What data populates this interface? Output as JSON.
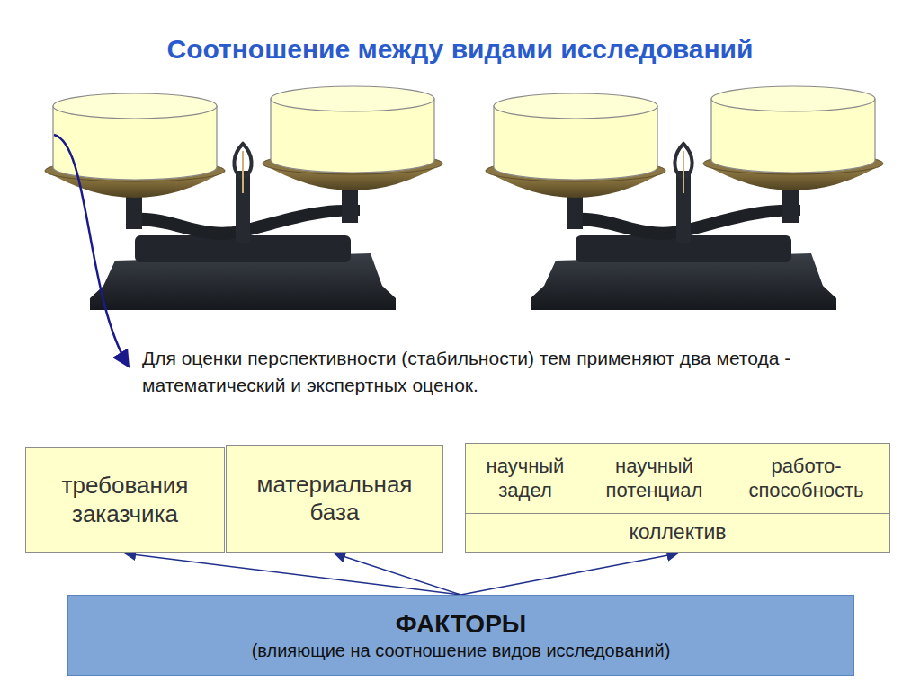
{
  "diagram": {
    "title": "Соотношение между видами исследований",
    "nodes": [
      {
        "text": [
          "требования заказчика"
        ]
      },
      {
        "text": [
          "материальная база"
        ]
      },
      {
        "text": [
          "коллектив"
        ]
      },
      {
        "text": [
          "научный задел"
        ],
        "in": 2
      },
      {
        "text": [
          "научный потенциал"
        ],
        "in": 2
      },
      {
        "text": [
          "работо- способность"
        ],
        "in": 2
      },
      {
        "text": [
          "ФАКТОРЫ",
          "(влияющие на соотношение видов исследований)"
        ]
      }
    ],
    "edges": [
      {
        "from": 6,
        "to": 0,
        "arrow": "to"
      },
      {
        "from": 6,
        "to": 1,
        "arrow": "to"
      },
      {
        "from": 6,
        "to": 2,
        "arrow": "to"
      }
    ],
    "labels": [
      "Для оценки перспективности (стабильности) тем применяют два метода - математический и экспертных оценок."
    ]
  }
}
